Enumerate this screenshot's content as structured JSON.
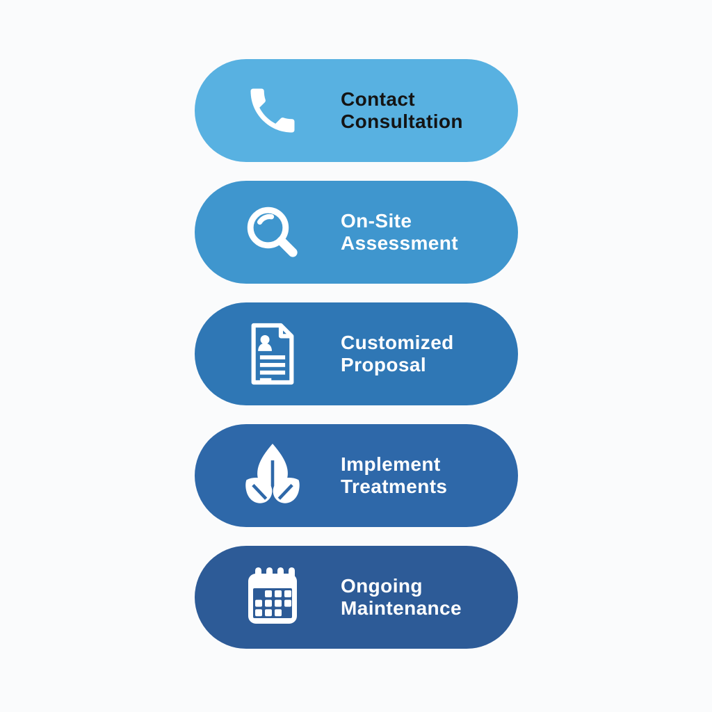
{
  "page": {
    "background_color": "#fafbfc",
    "description": "Five-step service process infographic with pill-shaped steps"
  },
  "steps": [
    {
      "id": "contact-consultation",
      "line1": "Contact",
      "line2": "Consultation",
      "icon": "phone-icon",
      "pill_color": "#58B1E1",
      "text_color": "#141414",
      "icon_color": "#ffffff"
    },
    {
      "id": "on-site-assessment",
      "line1": "On-Site",
      "line2": "Assessment",
      "icon": "magnifier-icon",
      "pill_color": "#3F96CE",
      "text_color": "#ffffff",
      "icon_color": "#ffffff"
    },
    {
      "id": "customized-proposal",
      "line1": "Customized",
      "line2": "Proposal",
      "icon": "document-person-icon",
      "pill_color": "#2F77B5",
      "text_color": "#ffffff",
      "icon_color": "#ffffff"
    },
    {
      "id": "implement-treatments",
      "line1": "Implement",
      "line2": "Treatments",
      "icon": "leaf-icon",
      "pill_color": "#2E68A9",
      "text_color": "#ffffff",
      "icon_color": "#ffffff"
    },
    {
      "id": "ongoing-maintenance",
      "line1": "Ongoing",
      "line2": "Maintenance",
      "icon": "calendar-icon",
      "pill_color": "#2D5B97",
      "text_color": "#ffffff",
      "icon_color": "#ffffff"
    }
  ]
}
